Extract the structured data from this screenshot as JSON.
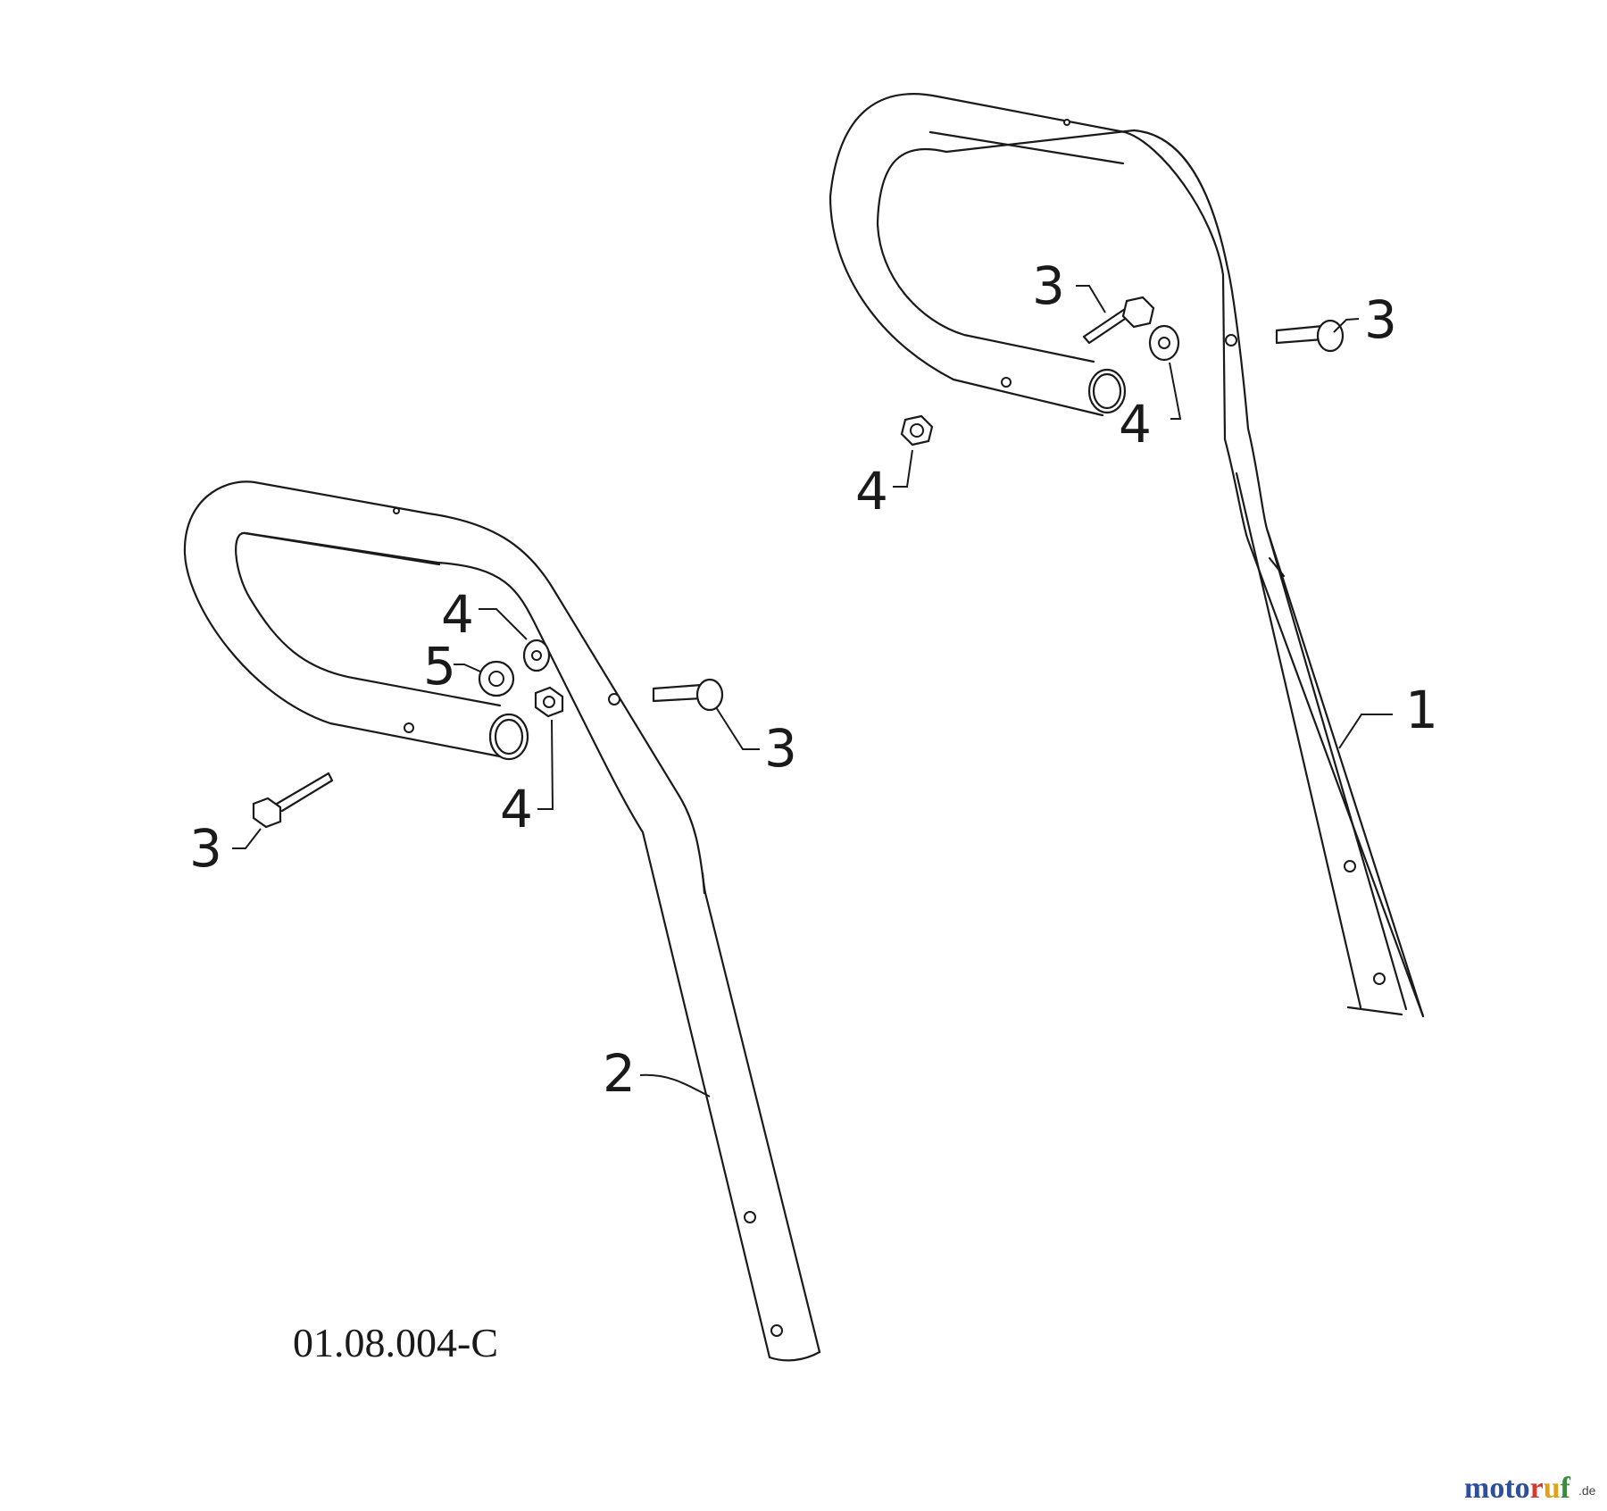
{
  "callouts": {
    "handle_right": "1",
    "handle_left": "2",
    "bolt_r_inner": "3",
    "bolt_r_outer": "3",
    "bolt_l_outer": "3",
    "bolt_l_inner": "3",
    "nut_r_inner": "4",
    "nut_r_loose": "4",
    "nut_l_upper": "4",
    "nut_l_lower": "4",
    "washer_l": "5"
  },
  "figure_ref": "01.08.004-C",
  "logo": {
    "main": "motoruf",
    "suffix": ".de",
    "colors": [
      "#2e4f9c",
      "#d43a2f",
      "#e0a21a",
      "#3b8a3e"
    ]
  }
}
